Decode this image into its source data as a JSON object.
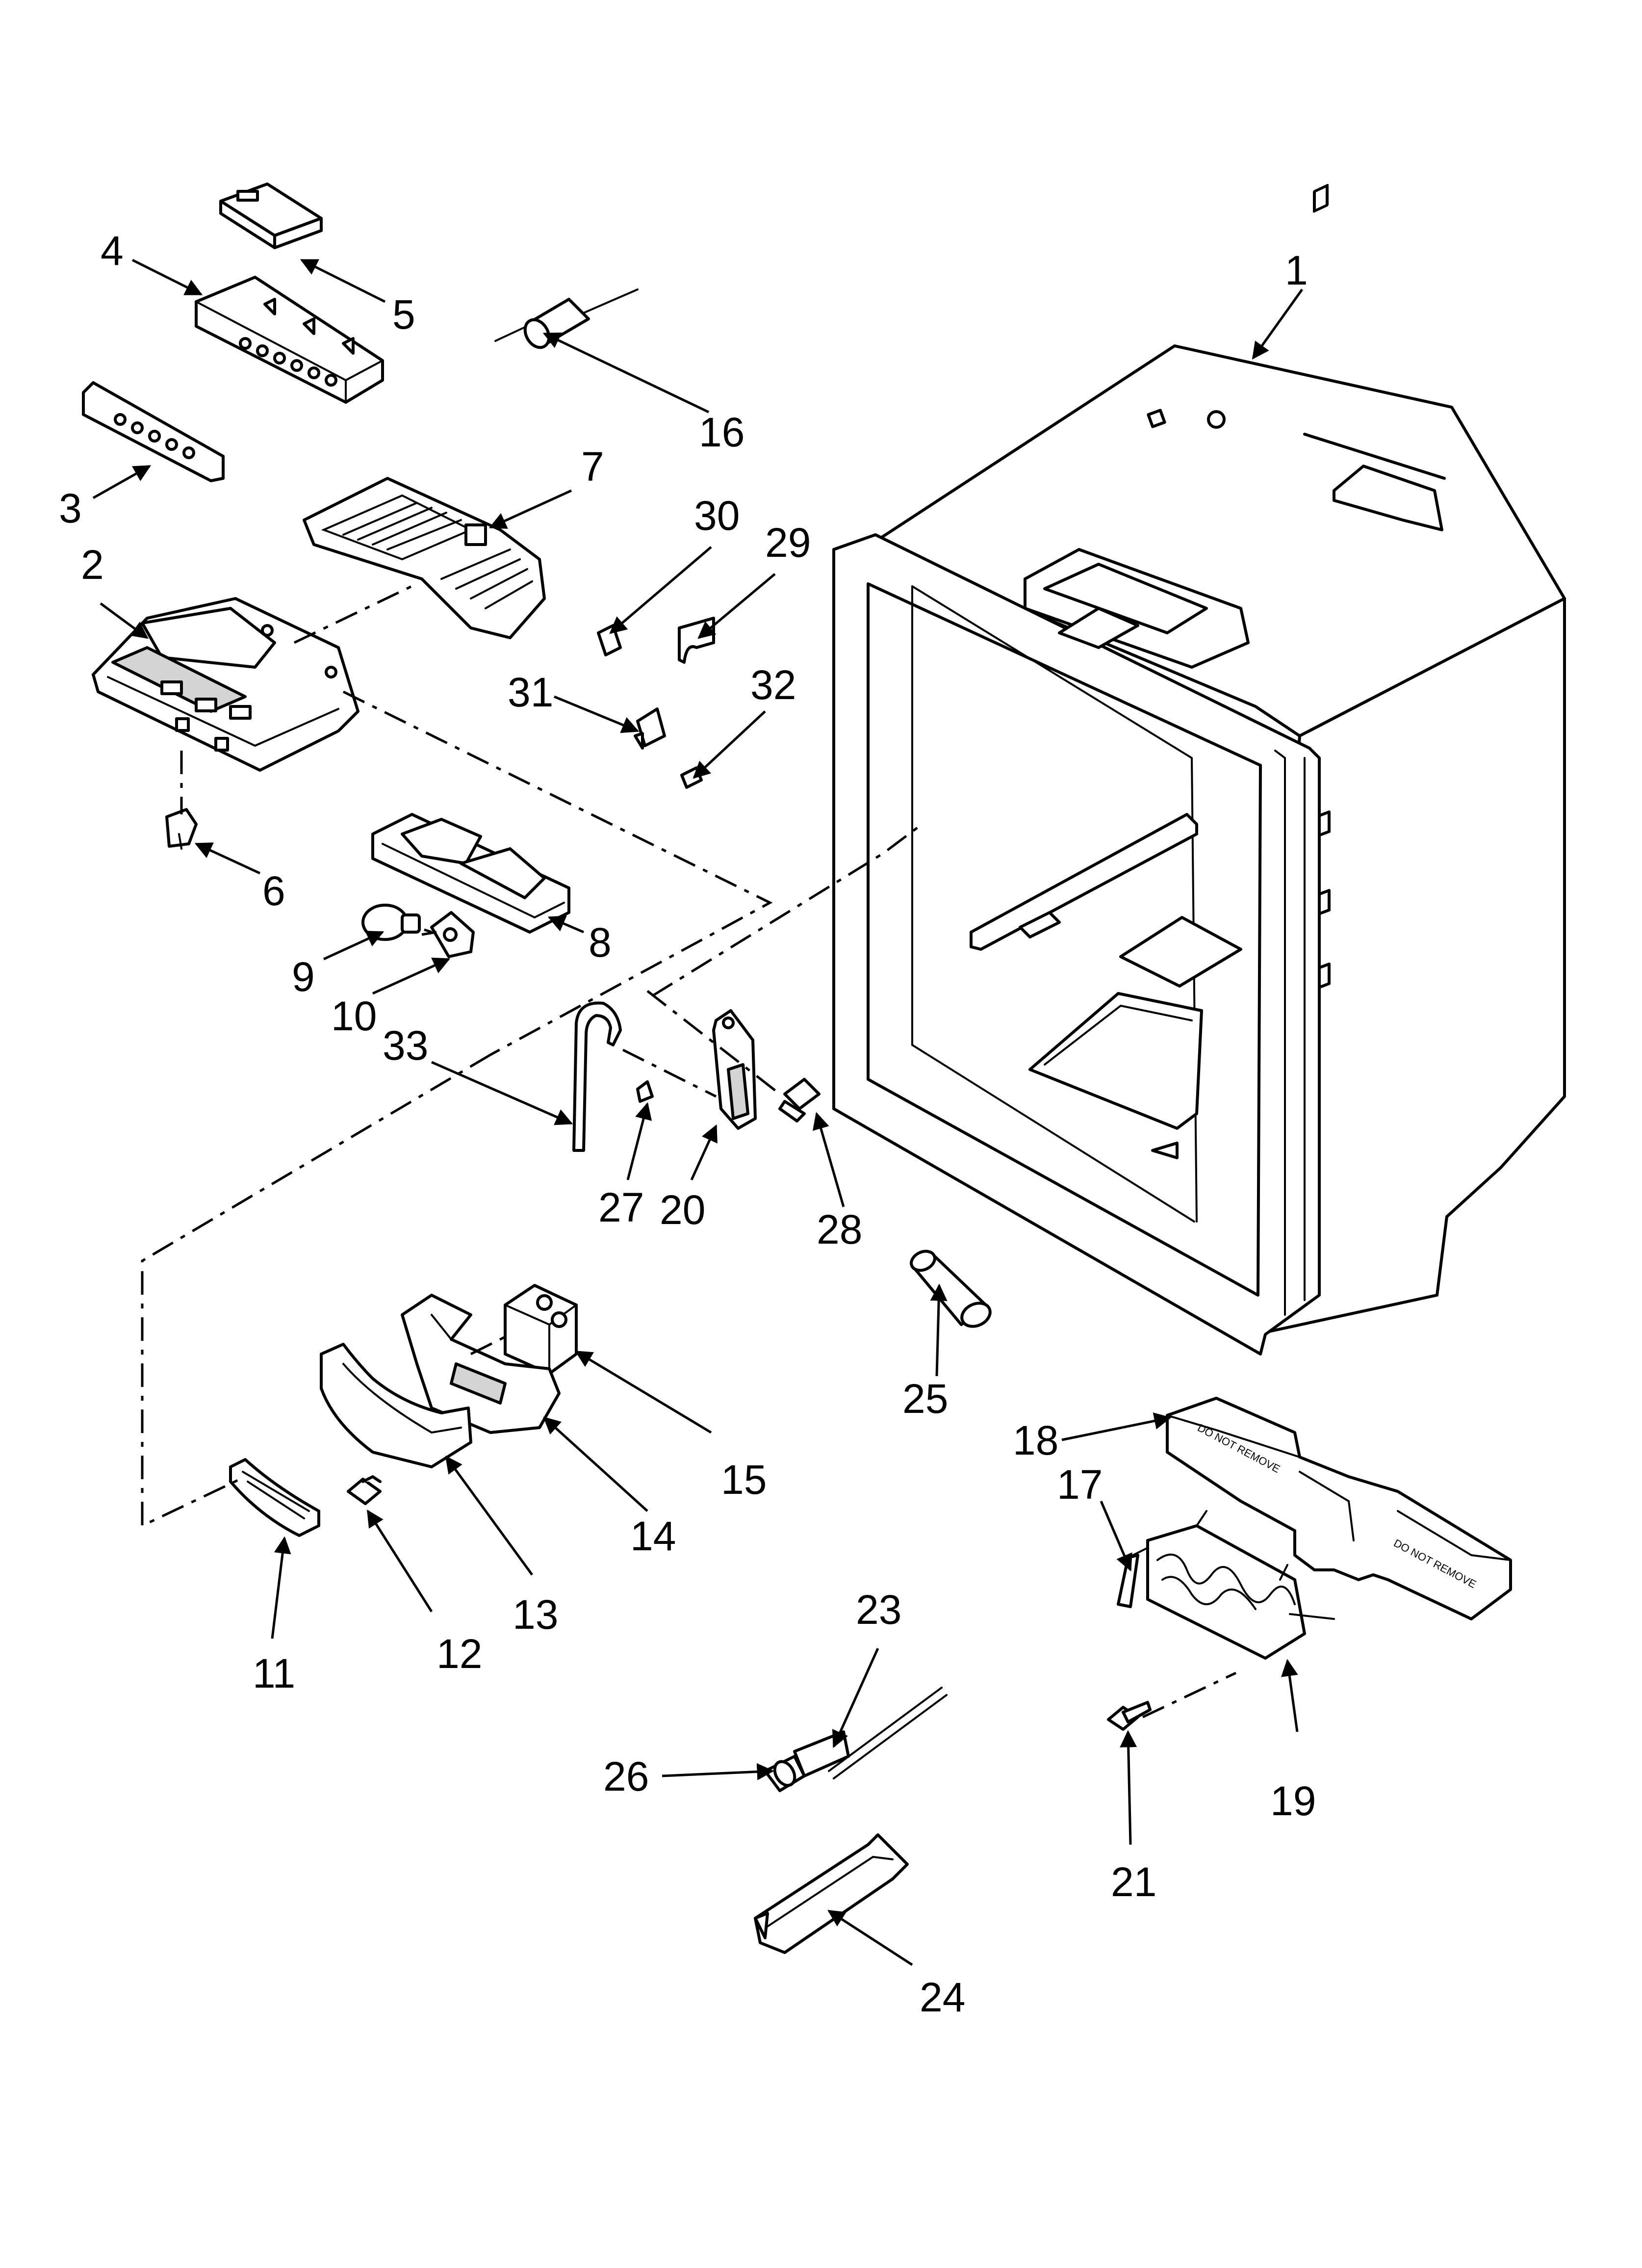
{
  "diagram": {
    "colors": {
      "line": "#000000",
      "fill": "#ffffff",
      "shade": "#d4d4d4"
    },
    "stamp_text": "DO NOT REMOVE",
    "callouts": [
      {
        "id": "1",
        "label": "1"
      },
      {
        "id": "2",
        "label": "2"
      },
      {
        "id": "3",
        "label": "3"
      },
      {
        "id": "4",
        "label": "4"
      },
      {
        "id": "5",
        "label": "5"
      },
      {
        "id": "6",
        "label": "6"
      },
      {
        "id": "7",
        "label": "7"
      },
      {
        "id": "8",
        "label": "8"
      },
      {
        "id": "9",
        "label": "9"
      },
      {
        "id": "10",
        "label": "10"
      },
      {
        "id": "11",
        "label": "11"
      },
      {
        "id": "12",
        "label": "12"
      },
      {
        "id": "13",
        "label": "13"
      },
      {
        "id": "14",
        "label": "14"
      },
      {
        "id": "15",
        "label": "15"
      },
      {
        "id": "16",
        "label": "16"
      },
      {
        "id": "17",
        "label": "17"
      },
      {
        "id": "18",
        "label": "18"
      },
      {
        "id": "19",
        "label": "19"
      },
      {
        "id": "20",
        "label": "20"
      },
      {
        "id": "21",
        "label": "21"
      },
      {
        "id": "23",
        "label": "23"
      },
      {
        "id": "24",
        "label": "24"
      },
      {
        "id": "25",
        "label": "25"
      },
      {
        "id": "26",
        "label": "26"
      },
      {
        "id": "27",
        "label": "27"
      },
      {
        "id": "28",
        "label": "28"
      },
      {
        "id": "29",
        "label": "29"
      },
      {
        "id": "30",
        "label": "30"
      },
      {
        "id": "31",
        "label": "31"
      },
      {
        "id": "32",
        "label": "32"
      },
      {
        "id": "33",
        "label": "33"
      }
    ]
  }
}
